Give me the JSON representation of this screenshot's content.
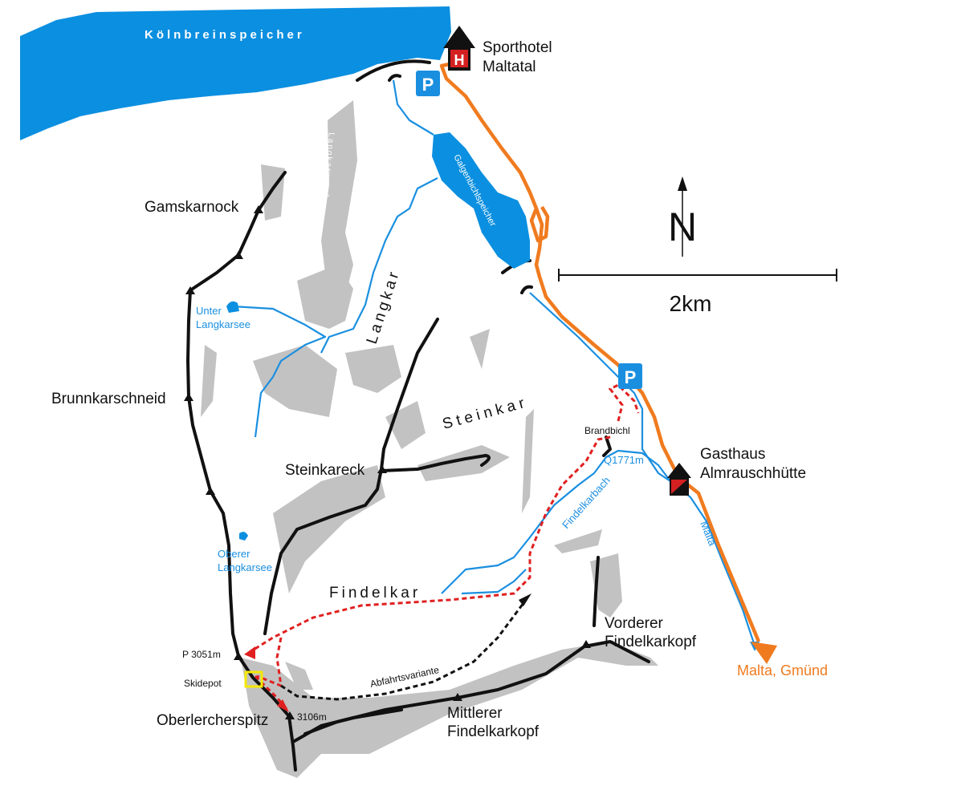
{
  "lakes": {
    "main": "Kölnbreinspeicher",
    "galgen": "Galgenbichlspeicher",
    "unter": "Unter Langkarsee",
    "unter_l1": "Unter",
    "unter_l2": "Langkarsee",
    "oberer_l1": "Oberer",
    "oberer_l2": "Langkarsee"
  },
  "huts": {
    "sporthotel_l1": "Sporthotel",
    "sporthotel_l2": "Maltatal",
    "hotel_letter": "H",
    "gasthaus_l1": "Gasthaus",
    "gasthaus_l2": "Almrauschhütte"
  },
  "parking": "P",
  "peaks": {
    "gamskarnock": "Gamskarnock",
    "brunnkarschneid": "Brunnkarschneid",
    "steinkareck": "Steinkareck",
    "p3051": "P 3051m",
    "oberlercherspitz": "Oberlercherspitz",
    "oberlercher_alt": "3106m",
    "mittlerer_l1": "Mittlerer",
    "mittlerer_l2": "Findelkarkopf",
    "vorderer_l1": "Vorderer",
    "vorderer_l2": "Findelkarkopf"
  },
  "areas": {
    "langkarwand": "Langkarwand",
    "langkar": "Langkar",
    "steinkar": "Steinkar",
    "findelkar": "Findelkar"
  },
  "places": {
    "skidepot": "Skidepot",
    "brandbichl": "Brandbichl",
    "spring": "Q1771m",
    "findelkarbach": "Findelkarbach",
    "malta_river": "Malta",
    "destination": "Malta, Gmünd",
    "abfahrt": "Abfahrtsvariante"
  },
  "compass": {
    "north": "N"
  },
  "scale": {
    "label": "2km"
  },
  "colors": {
    "water": "#0b8fe0",
    "road": "#f07b1f",
    "route": "#e02020",
    "terrain": "#c2c2c2"
  }
}
